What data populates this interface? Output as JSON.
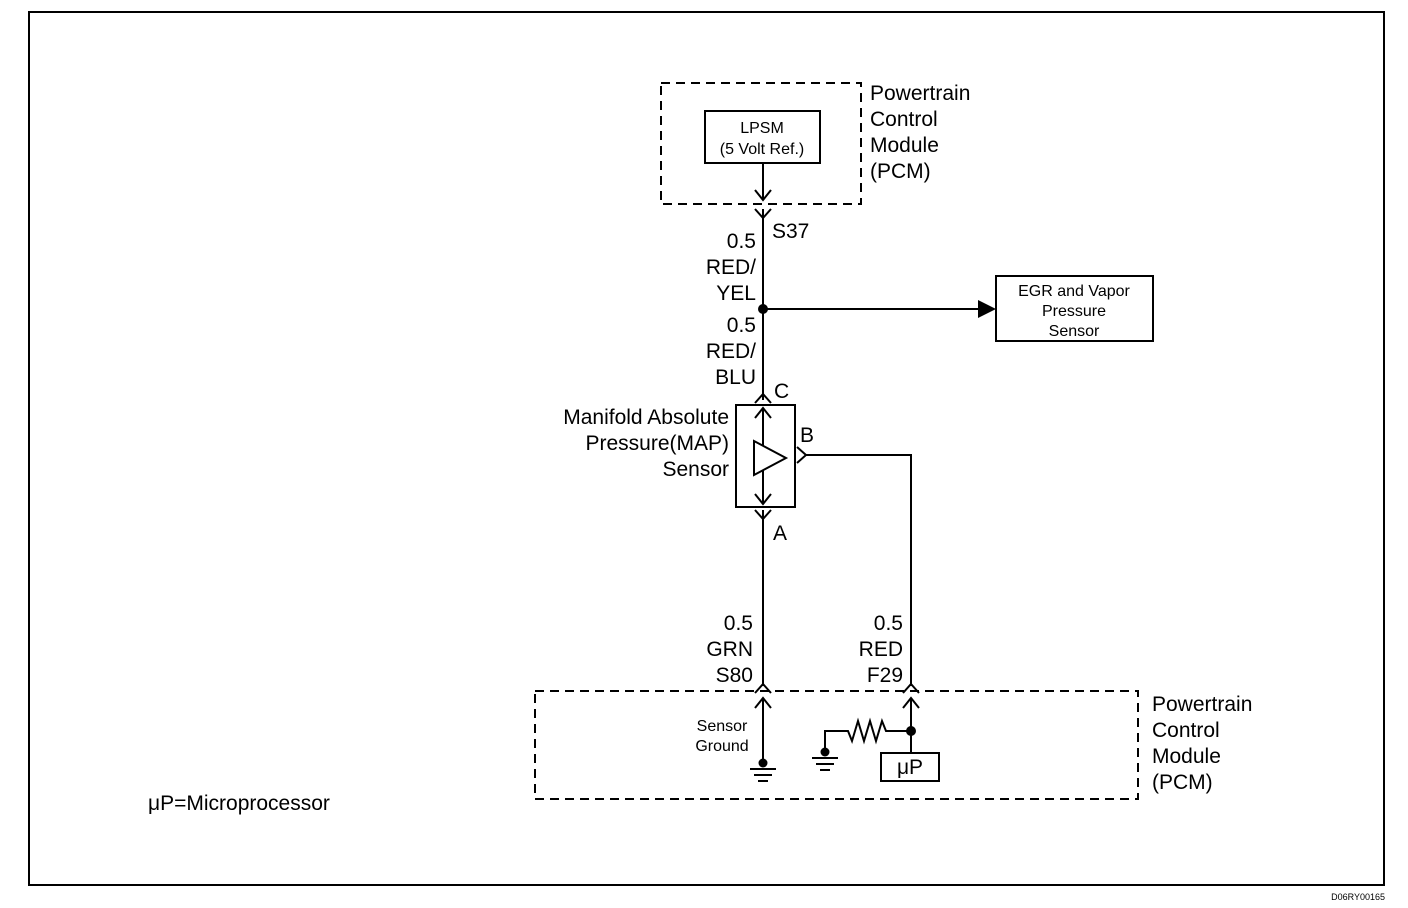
{
  "pcm_top": {
    "label_lines": [
      "Powertrain",
      "Control",
      "Module",
      "(PCM)"
    ],
    "lpsm_lines": [
      "LPSM",
      "(5 Volt Ref.)"
    ]
  },
  "wires": {
    "s37": {
      "pin": "S37",
      "lines": [
        "0.5",
        "RED/",
        "YEL"
      ]
    },
    "c_circuit": {
      "lines": [
        "0.5",
        "RED/",
        "BLU"
      ]
    },
    "s80": {
      "lines": [
        "0.5",
        "GRN",
        "S80"
      ]
    },
    "f29": {
      "lines": [
        "0.5",
        "RED",
        "F29"
      ]
    }
  },
  "egr_sensor": {
    "lines": [
      "EGR and Vapor",
      "Pressure",
      "Sensor"
    ]
  },
  "map_sensor": {
    "label_lines": [
      "Manifold Absolute",
      "Pressure(MAP)",
      "Sensor"
    ],
    "pin_c": "C",
    "pin_b": "B",
    "pin_a": "A"
  },
  "pcm_bottom": {
    "label_lines": [
      "Powertrain",
      "Control",
      "Module",
      "(PCM)"
    ],
    "sensor_ground_lines": [
      "Sensor",
      "Ground"
    ],
    "microprocessor": "μP"
  },
  "legend": "μP=Microprocessor",
  "figure_code": "D06RY00165"
}
